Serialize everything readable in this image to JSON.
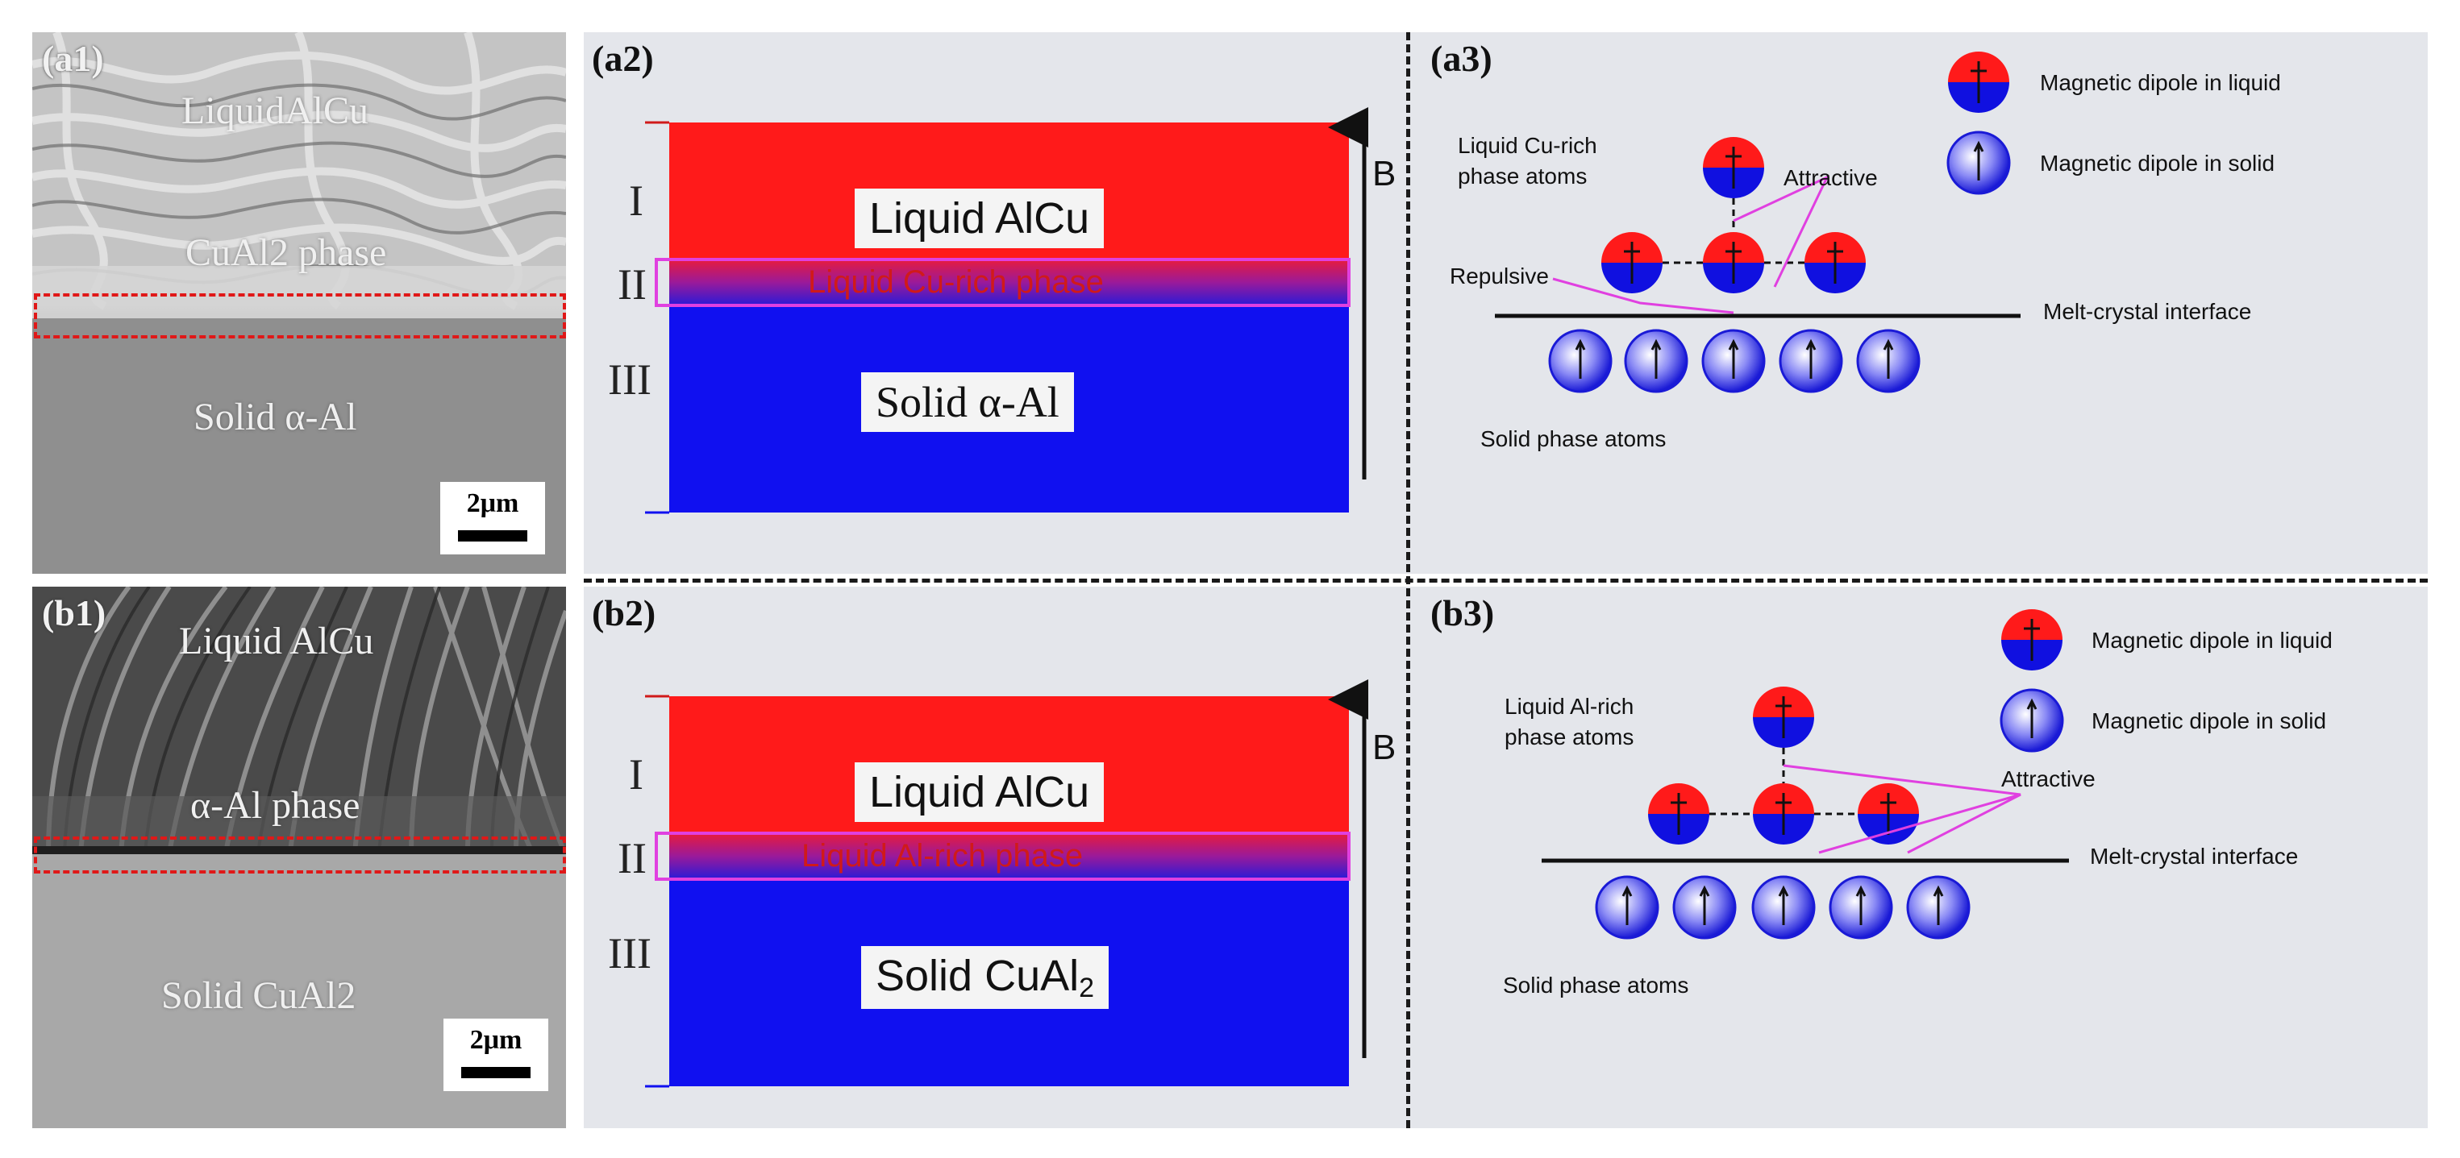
{
  "figure": {
    "row_a": {
      "a1": {
        "label": "(a1)",
        "top_text": "LiquidAlCu",
        "phase_text": "CuAl2 phase",
        "bottom_text": "Solid α-Al",
        "scalebar": "2μm"
      },
      "a2": {
        "label": "(a2)",
        "region_labels": [
          "I",
          "II",
          "III"
        ],
        "liquid_label": "Liquid AlCu",
        "interface_label": "Liquid Cu-rich phase",
        "solid_label": "Solid α-Al",
        "field_label": "B"
      },
      "a3": {
        "label": "(a3)",
        "legend_liquid": "Magnetic dipole in liquid",
        "legend_solid": "Magnetic dipole in solid",
        "liquid_atoms_label_1": "Liquid Cu-rich",
        "liquid_atoms_label_2": "phase atoms",
        "attractive": "Attractive",
        "repulsive": "Repulsive",
        "interface": "Melt-crystal interface",
        "solid_atoms": "Solid phase atoms"
      }
    },
    "row_b": {
      "b1": {
        "label": "(b1)",
        "top_text": "Liquid AlCu",
        "phase_text": "α-Al phase",
        "bottom_text": "Solid CuAl2",
        "scalebar": "2μm"
      },
      "b2": {
        "label": "(b2)",
        "region_labels": [
          "I",
          "II",
          "III"
        ],
        "liquid_label": "Liquid AlCu",
        "interface_label": "Liquid Al-rich phase",
        "solid_label_main": "Solid CuAl",
        "solid_label_sub": "2",
        "field_label": "B"
      },
      "b3": {
        "label": "(b3)",
        "legend_liquid": "Magnetic dipole in liquid",
        "legend_solid": "Magnetic dipole in solid",
        "liquid_atoms_label_1": "Liquid Al-rich",
        "liquid_atoms_label_2": "phase atoms",
        "attractive": "Attractive",
        "interface": "Melt-crystal interface",
        "solid_atoms": "Solid phase atoms"
      }
    },
    "colors": {
      "liquid_red": "#ff1a1a",
      "solid_blue": "#1010f0",
      "interface_magenta": "#e040e0",
      "panel_bg": "#e4e6eb"
    }
  }
}
